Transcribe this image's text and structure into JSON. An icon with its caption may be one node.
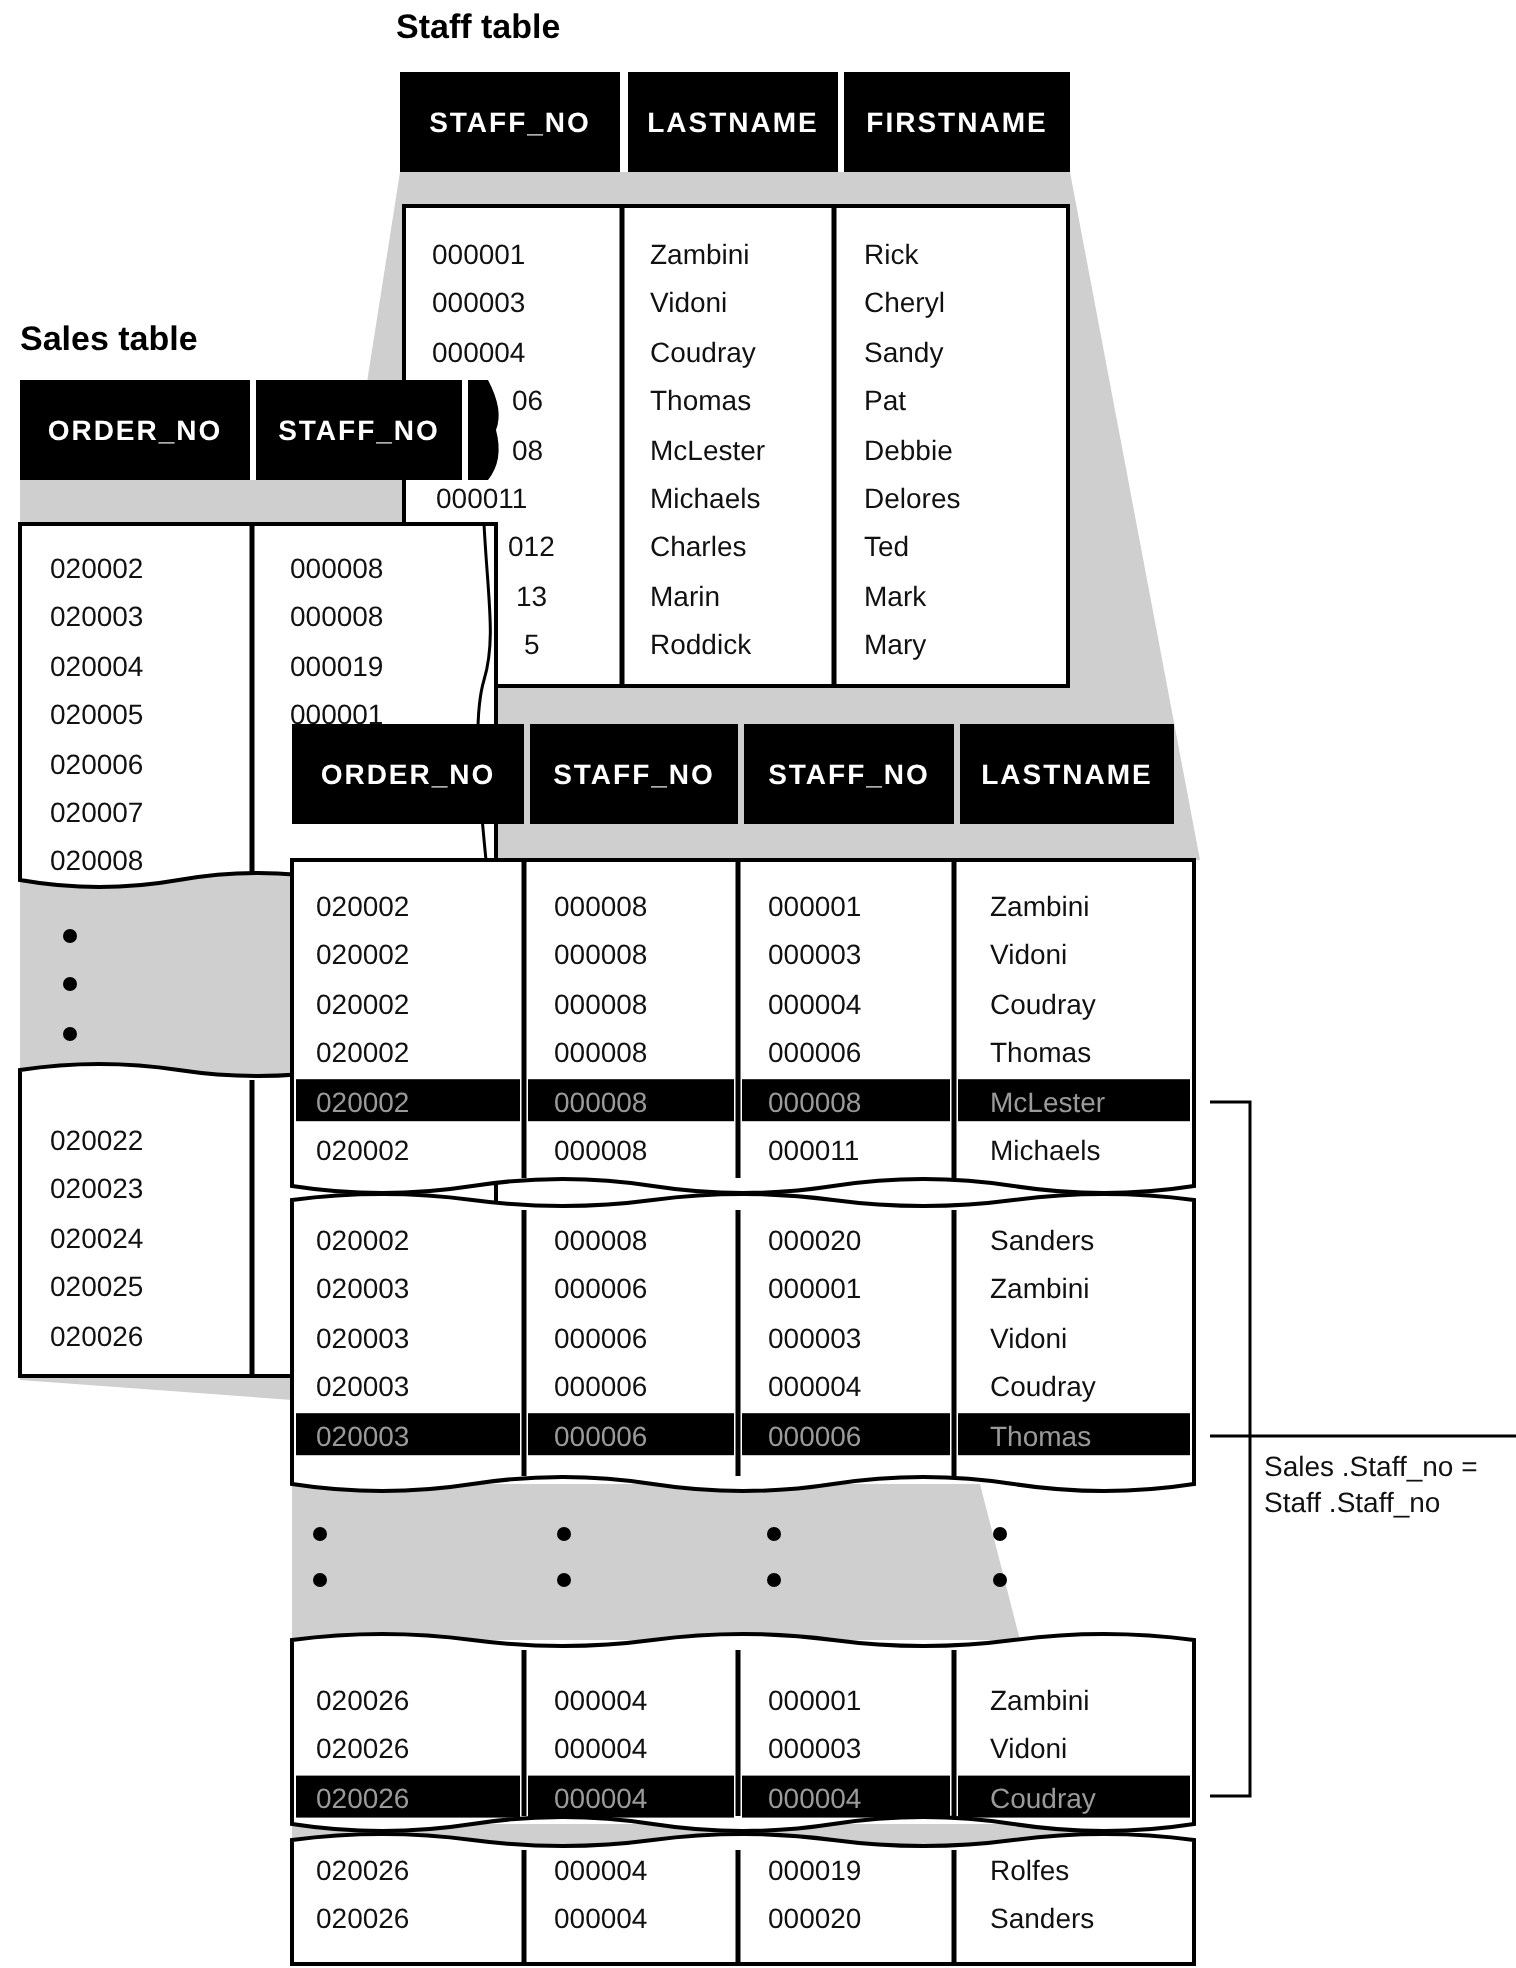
{
  "diagram": {
    "labels": [
      "Staff table",
      "STAFF_NO",
      "LASTNAME",
      "FIRSTNAME",
      "000001",
      "Zambini",
      "Rick",
      "000003",
      "Vidoni",
      "Cheryl",
      "000004",
      "Coudray",
      "Sandy",
      "06",
      "Thomas",
      "Pat",
      "08",
      "McLester",
      "Debbie",
      "000011",
      "Michaels",
      "Delores",
      "012",
      "Charles",
      "Ted",
      "13",
      "Marin",
      "Mark",
      "5",
      "Roddick",
      "Mary",
      "Sales table",
      "ORDER_NO",
      "STAFF_NO",
      "020002",
      "000008",
      "020003",
      "000008",
      "020004",
      "000019",
      "020005",
      "000001",
      "020006",
      "020007",
      "020008",
      "020022",
      "020023",
      "020024",
      "020025",
      "020026",
      "ORDER_NO",
      "STAFF_NO",
      "STAFF_NO",
      "LASTNAME",
      "020002",
      "000008",
      "000001",
      "Zambini",
      "020002",
      "000008",
      "000003",
      "Vidoni",
      "020002",
      "000008",
      "000004",
      "Coudray",
      "020002",
      "000008",
      "000006",
      "Thomas",
      "020002",
      "000008",
      "000008",
      "McLester",
      "020002",
      "000008",
      "000011",
      "Michaels",
      "020002",
      "000008",
      "000020",
      "Sanders",
      "020003",
      "000006",
      "000001",
      "Zambini",
      "020003",
      "000006",
      "000003",
      "Vidoni",
      "020003",
      "000006",
      "000004",
      "Coudray",
      "020003",
      "000006",
      "000006",
      "Thomas",
      "020026",
      "000004",
      "000001",
      "Zambini",
      "020026",
      "000004",
      "000003",
      "Vidoni",
      "020026",
      "000004",
      "000004",
      "Coudray",
      "020026",
      "000004",
      "000019",
      "Rolfes",
      "020026",
      "000004",
      "000020",
      "Sanders",
      "Sales .Staff_no = Staff .Staff_no"
    ]
  }
}
